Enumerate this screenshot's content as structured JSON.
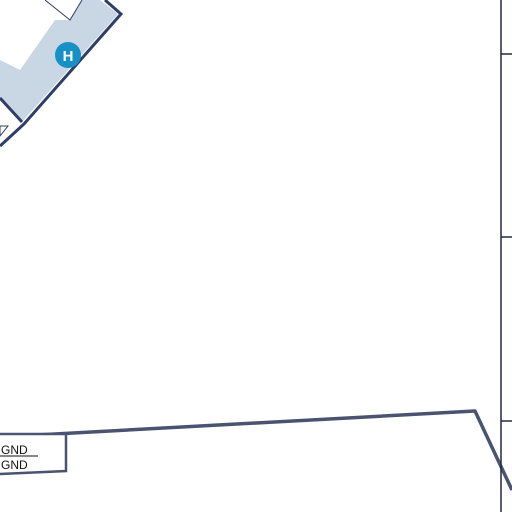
{
  "map": {
    "frequency_box": {
      "line1": "GND",
      "line2": "GND"
    },
    "icons": {
      "helipad": "helipad-icon"
    },
    "helipad_label": "H",
    "colors": {
      "building_fill": "#c9d6e3",
      "building_outline": "#2d3f66",
      "road_line": "#4a5471",
      "helipad_fill": "#1690c5",
      "helipad_text": "#ffffff",
      "border_line": "#1f2a44",
      "background": "#ffffff"
    }
  }
}
